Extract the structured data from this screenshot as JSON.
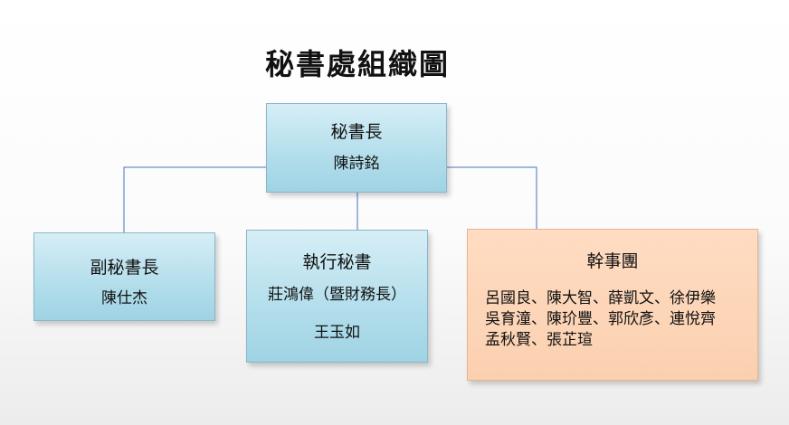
{
  "title": "秘書處組織圖",
  "secretary_general": {
    "role": "秘書長",
    "name": "陳詩銘"
  },
  "deputy_secretary_general": {
    "role": "副秘書長",
    "name": "陳仕杰"
  },
  "executive_secretary": {
    "role": "執行秘書",
    "names": [
      "莊鴻偉（暨財務長）",
      "王玉如"
    ]
  },
  "officers": {
    "role": "幹事團",
    "member_lines": [
      "呂國良、陳大智、薛凱文、徐伊樂",
      "吳育潼、陳玠豐、郭欣彥、連悅齊",
      "孟秋賢、張芷瑄"
    ]
  },
  "colors": {
    "blue_box": "#b5dfec",
    "orange_box": "#fbd0b0",
    "connector": "#4472c4"
  }
}
